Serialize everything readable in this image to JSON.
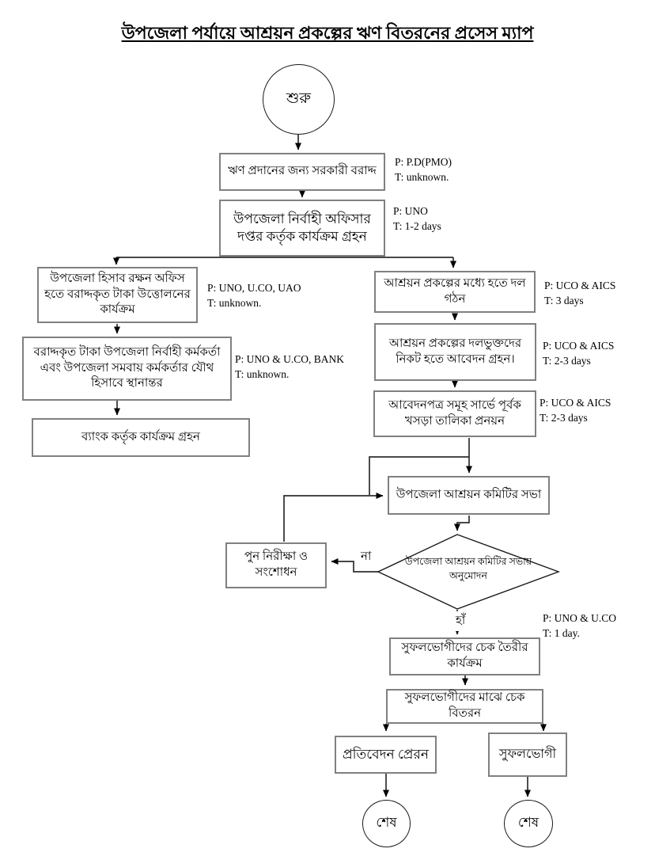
{
  "page": {
    "title": "উপজেলা পর্যায়ে আশ্রয়ন প্রকল্পের ঋণ বিতরনের প্রসেস ম্যাপ"
  },
  "nodes": {
    "start": "শুরু",
    "allocation": "ঋণ প্রদানের জন্য সরকারী বরাদ্দ",
    "uno_office": "উপজেলা নির্বাহী অফিসার দপ্তর কর্তৃক কার্যক্রম গ্রহন",
    "accounts_withdrawal": "উপজেলা হিসাব রক্ষন অফিস হতে বরাদ্দকৃত টাকা উত্তোলনের কার্যক্রম",
    "fund_transfer": "বরাদ্দকৃত টাকা উপজেলা নির্বাহী কর্মকর্তা এবং উপজেলা সমবায় কর্মকর্তার যৌথ হিসাবে স্থানান্তর",
    "bank_action": "ব্যাংক কর্তৃক কার্যক্রম গ্রহন",
    "group_formation": "আশ্রয়ন প্রকল্পের মধ্যে হতে দল গঠন",
    "application_receive": "আশ্রয়ন প্রকল্পের দলভুক্তদের নিকট হতে আবেদন গ্রহন।",
    "survey_draft": "আবেদনপত্র সমূহ সার্ভে পূর্বক খসড়া তালিকা প্রনয়ন",
    "committee_meeting": "উপজেলা আশ্রয়ন কমিটির সভা",
    "review_correction": "পুন নিরীক্ষা ও সংশোধন",
    "approval_decision": "উপজেলা আশ্রয়ন কমিটির সভায় অনুমোদন",
    "cheque_preparation": "সুফলভোগীদের চেক তৈরীর কার্যক্রম",
    "cheque_distribution": "সুফলভোগীদের মাঝে চেক বিতরন",
    "report_sending": "প্রতিবেদন প্রেরন",
    "beneficiary": "সুফলভোগী",
    "end_left": "শেষ",
    "end_right": "শেষ"
  },
  "edge_labels": {
    "no": "না",
    "yes": "হাঁ"
  },
  "annotations": {
    "allocation": {
      "p": "P: P.D(PMO)",
      "t": "T: unknown."
    },
    "uno_office": {
      "p": "P: UNO",
      "t": "T: 1-2 days"
    },
    "accounts_withdrawal": {
      "p": "P: UNO, U.CO, UAO",
      "t": "T: unknown."
    },
    "fund_transfer": {
      "p": "P: UNO & U.CO, BANK",
      "t": "T: unknown."
    },
    "group_formation": {
      "p": "P: UCO & AICS",
      "t": "T: 3 days"
    },
    "application_receive": {
      "p": "P: UCO & AICS",
      "t": "T: 2-3 days"
    },
    "survey_draft": {
      "p": "P: UCO & AICS",
      "t": "T: 2-3 days"
    },
    "cheque_preparation": {
      "p": "P: UNO & U.CO",
      "t": "T: 1 day."
    }
  },
  "colors": {
    "box_border": "#808080",
    "shape_outline": "#1a1a1a",
    "connector": "#2e2e2e",
    "arrowhead": "#000000",
    "background": "#ffffff",
    "text": "#000000"
  }
}
